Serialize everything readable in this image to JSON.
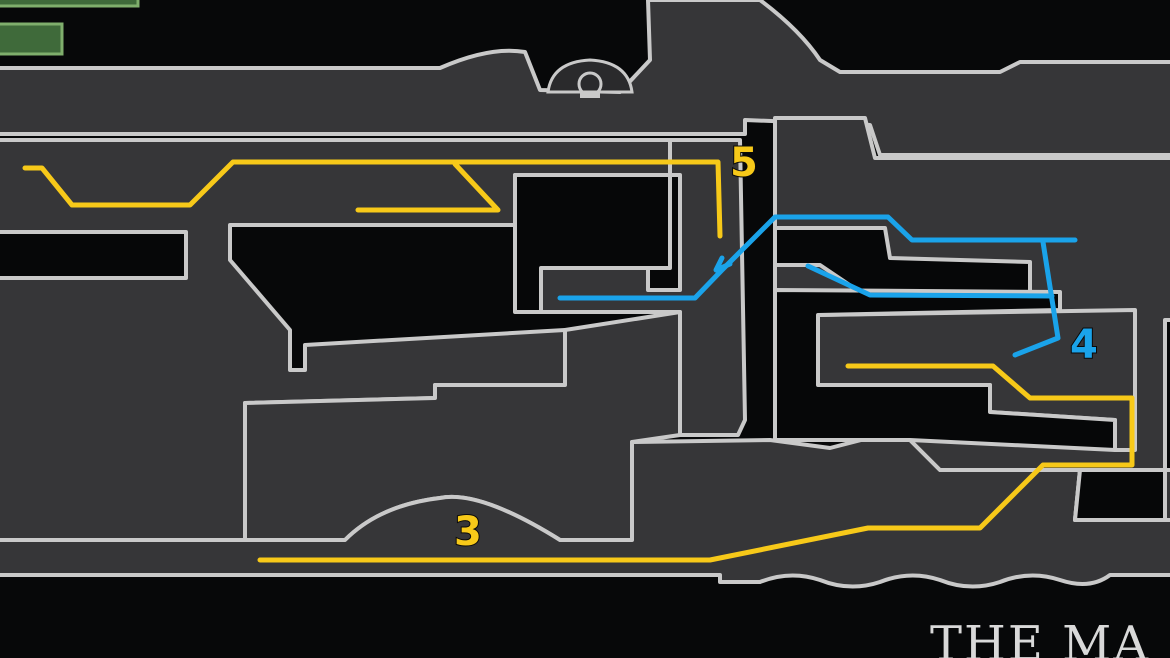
{
  "colors": {
    "background": "#070809",
    "room_fill": "#363638",
    "room_outline": "#c9c9c9",
    "route_yellow": "#f7c919",
    "route_blue": "#1aa3ea",
    "hud_green": "#3f6a3a"
  },
  "routes": [
    {
      "id": "route-5",
      "label": "5",
      "color": "#f7c919"
    },
    {
      "id": "route-4",
      "label": "4",
      "color": "#1aa3ea"
    },
    {
      "id": "route-3",
      "label": "3",
      "color": "#f7c919"
    }
  ],
  "area_title": "THE MA",
  "icons": {
    "bench": "bench-icon",
    "hud": "hud-mask-bars"
  }
}
